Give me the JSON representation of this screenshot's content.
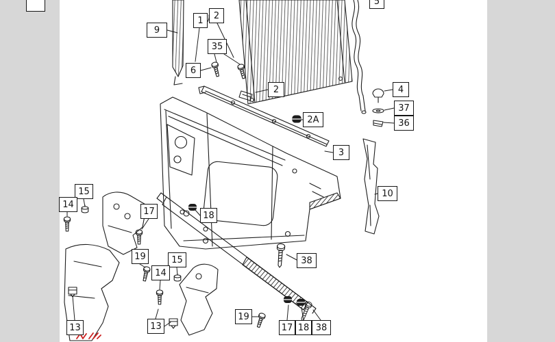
{
  "page": {
    "background": "#ffffff",
    "gutter_color": "#d7d7d7",
    "line_color": "#1c1c1c",
    "annotation_color": "#cc2222"
  },
  "callouts": [
    {
      "text": "9"
    },
    {
      "text": "1"
    },
    {
      "text": "2"
    },
    {
      "text": "35"
    },
    {
      "text": "6"
    },
    {
      "text": "2"
    },
    {
      "text": "2A"
    },
    {
      "text": "3"
    },
    {
      "text": "4"
    },
    {
      "text": "37"
    },
    {
      "text": "36"
    },
    {
      "text": "10"
    },
    {
      "text": "5"
    },
    {
      "text": "15"
    },
    {
      "text": "14"
    },
    {
      "text": "17"
    },
    {
      "text": "18"
    },
    {
      "text": "19"
    },
    {
      "text": "15"
    },
    {
      "text": "14"
    },
    {
      "text": "38"
    },
    {
      "text": "13"
    },
    {
      "text": "19"
    },
    {
      "text": "17"
    },
    {
      "text": "18"
    },
    {
      "text": "38"
    },
    {
      "text": "13"
    }
  ]
}
